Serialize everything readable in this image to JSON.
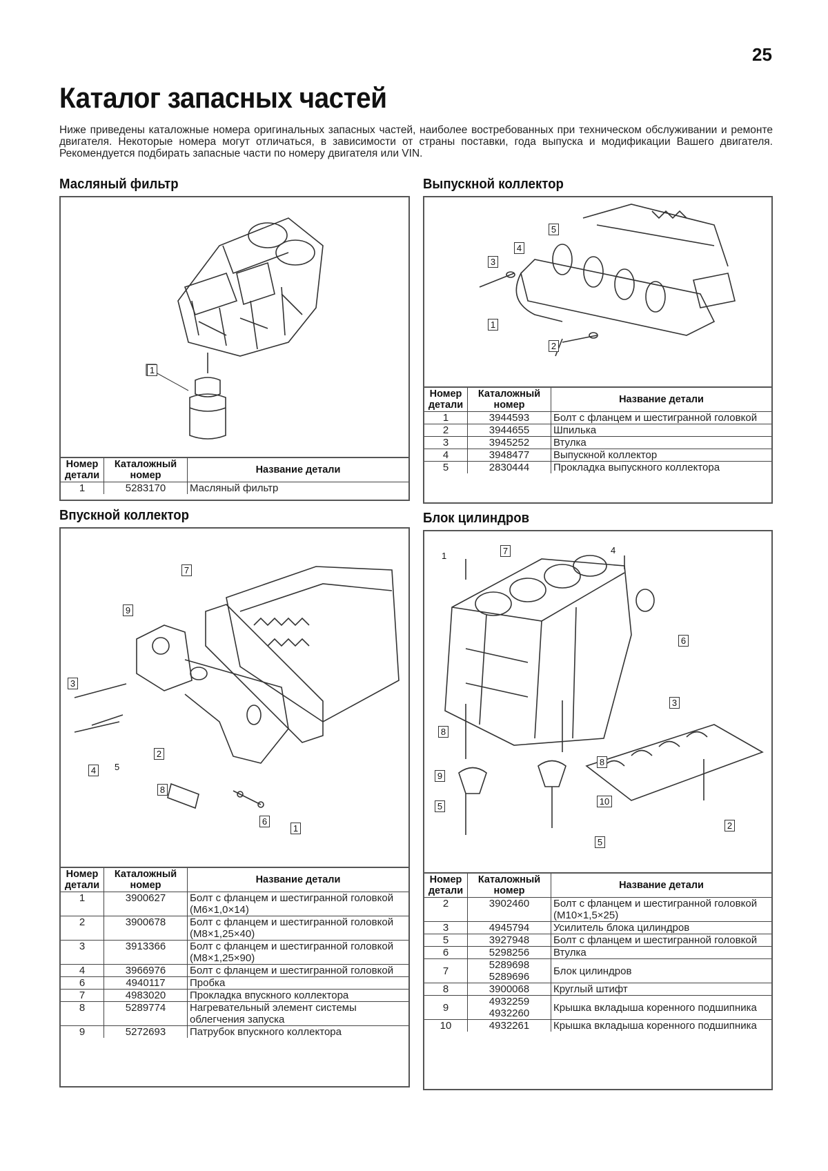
{
  "page_number": "25",
  "title": "Каталог запасных частей",
  "intro": "Ниже приведены каталожные номера оригинальных запасных частей, наиболее востребованных при техническом обслуживании и ремонте двигателя. Некоторые номера могут отличаться, в зависимости от страны поставки, года выпуска и модификации Вашего двигателя. Рекомендуется подбирать запасные части по номеру двигателя или VIN.",
  "table_headers": {
    "part_no": "Номер детали",
    "catalog_no": "Каталожный номер",
    "name": "Название детали"
  },
  "sections": {
    "oil_filter": {
      "title": "Масляный фильтр",
      "callouts": [
        "1"
      ],
      "rows": [
        {
          "num": "1",
          "catalog": "5283170",
          "name": "Масляный фильтр"
        }
      ]
    },
    "exhaust_manifold": {
      "title": "Выпускной коллектор",
      "callouts": [
        "1",
        "2",
        "3",
        "4",
        "5"
      ],
      "rows": [
        {
          "num": "1",
          "catalog": "3944593",
          "name": "Болт с фланцем и шестигранной головкой"
        },
        {
          "num": "2",
          "catalog": "3944655",
          "name": "Шпилька"
        },
        {
          "num": "3",
          "catalog": "3945252",
          "name": "Втулка"
        },
        {
          "num": "4",
          "catalog": "3948477",
          "name": "Выпускной коллектор"
        },
        {
          "num": "5",
          "catalog": "2830444",
          "name": "Прокладка выпускного коллектора"
        }
      ]
    },
    "intake_manifold": {
      "title": "Впускной коллектор",
      "callouts": [
        "1",
        "2",
        "3",
        "4",
        "5",
        "6",
        "7",
        "8",
        "9"
      ],
      "rows": [
        {
          "num": "1",
          "catalog": "3900627",
          "name": "Болт с фланцем и шестигранной головкой (M6×1,0×14)"
        },
        {
          "num": "2",
          "catalog": "3900678",
          "name": "Болт с фланцем и шестигранной головкой (M8×1,25×40)"
        },
        {
          "num": "3",
          "catalog": "3913366",
          "name": "Болт с фланцем и шестигранной головкой (M8×1,25×90)"
        },
        {
          "num": "4",
          "catalog": "3966976",
          "name": "Болт с фланцем и шестигранной головкой"
        },
        {
          "num": "6",
          "catalog": "4940117",
          "name": "Пробка"
        },
        {
          "num": "7",
          "catalog": "4983020",
          "name": "Прокладка впускного коллектора"
        },
        {
          "num": "8",
          "catalog": "5289774",
          "name": "Нагревательный элемент системы облегчения запуска"
        },
        {
          "num": "9",
          "catalog": "5272693",
          "name": "Патрубок впускного коллектора"
        }
      ]
    },
    "cylinder_block": {
      "title": "Блок цилиндров",
      "callouts": [
        "1",
        "2",
        "3",
        "4",
        "5",
        "6",
        "7",
        "8",
        "9",
        "10"
      ],
      "rows": [
        {
          "num": "2",
          "catalog": "3902460",
          "name": "Болт с фланцем и шестигранной головкой (M10×1,5×25)"
        },
        {
          "num": "3",
          "catalog": "4945794",
          "name": "Усилитель блока цилиндров"
        },
        {
          "num": "5",
          "catalog": "3927948",
          "name": "Болт с фланцем и шестигранной головкой"
        },
        {
          "num": "6",
          "catalog": "5298256",
          "name": "Втулка"
        },
        {
          "num": "7",
          "catalog": "5289698\n5289696",
          "name": "Блок цилиндров"
        },
        {
          "num": "8",
          "catalog": "3900068",
          "name": "Круглый штифт"
        },
        {
          "num": "9",
          "catalog": "4932259\n4932260",
          "name": "Крышка вкладыша коренного подшипника"
        },
        {
          "num": "10",
          "catalog": "4932261",
          "name": "Крышка вкладыша коренного подшипника"
        }
      ]
    }
  }
}
